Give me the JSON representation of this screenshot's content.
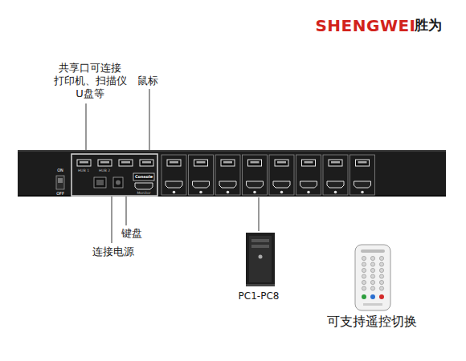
{
  "diagram": {
    "labels": [
      "SHENGWEI",
      "胜为",
      "共享口可连接 打印机、扫描仪 U盘等",
      "鼠标",
      "键盘",
      "连接电源",
      "PC1-PC8",
      "可支持遥控切换",
      "ON",
      "OFF",
      "HUB 1",
      "HUB 2",
      "Console",
      "Monitor"
    ]
  }
}
